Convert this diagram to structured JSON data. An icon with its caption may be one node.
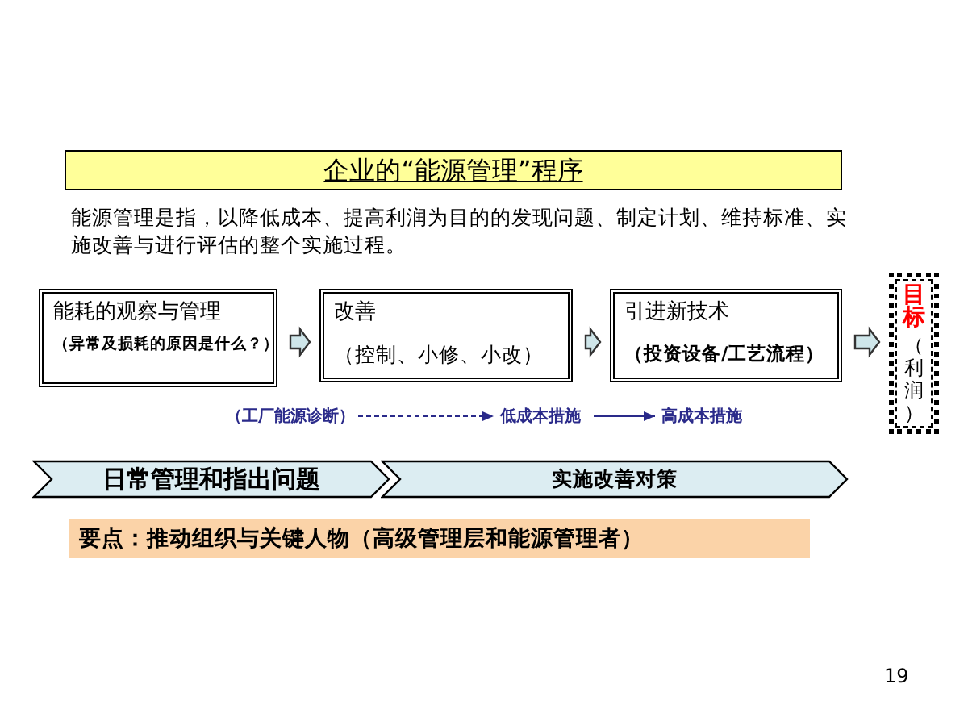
{
  "diagram": {
    "title": "企业的“能源管理”程序",
    "nodes": [
      {
        "text": [
          "能耗的观察与管理",
          "（异常及损耗的原因是什么？）"
        ]
      },
      {
        "text": [
          "改善",
          "（控制、小修、小改）"
        ]
      },
      {
        "text": [
          "引进新技术",
          "（投资设备/工艺流程）"
        ]
      },
      {
        "text": [
          "目标",
          "（利润）"
        ]
      },
      {
        "text": [
          "（工厂能源诊断）"
        ]
      },
      {
        "text": [
          "低成本措施"
        ]
      },
      {
        "text": [
          "高成本措施"
        ]
      },
      {
        "text": [
          "日常管理和指出问题"
        ]
      },
      {
        "text": [
          "实施改善对策"
        ]
      },
      {
        "text": [
          "要点：推动组织与关键人物（高级管理层和能源管理者）"
        ]
      }
    ],
    "edges": [
      {
        "from": 0,
        "to": 1,
        "arrow": "to",
        "style": "thick"
      },
      {
        "from": 1,
        "to": 2,
        "arrow": "to",
        "style": "thick"
      },
      {
        "from": 2,
        "to": 3,
        "arrow": "to",
        "style": "thick"
      },
      {
        "from": 4,
        "to": 5,
        "arrow": "to",
        "style": "dashed"
      },
      {
        "from": 5,
        "to": 6,
        "arrow": "to"
      }
    ],
    "labels": [
      "能源管理是指，以降低成本、提高利润为目的的发现问题、制定计划、维持标准、实施改善与进行评估的整个实施过程。",
      "19"
    ]
  }
}
